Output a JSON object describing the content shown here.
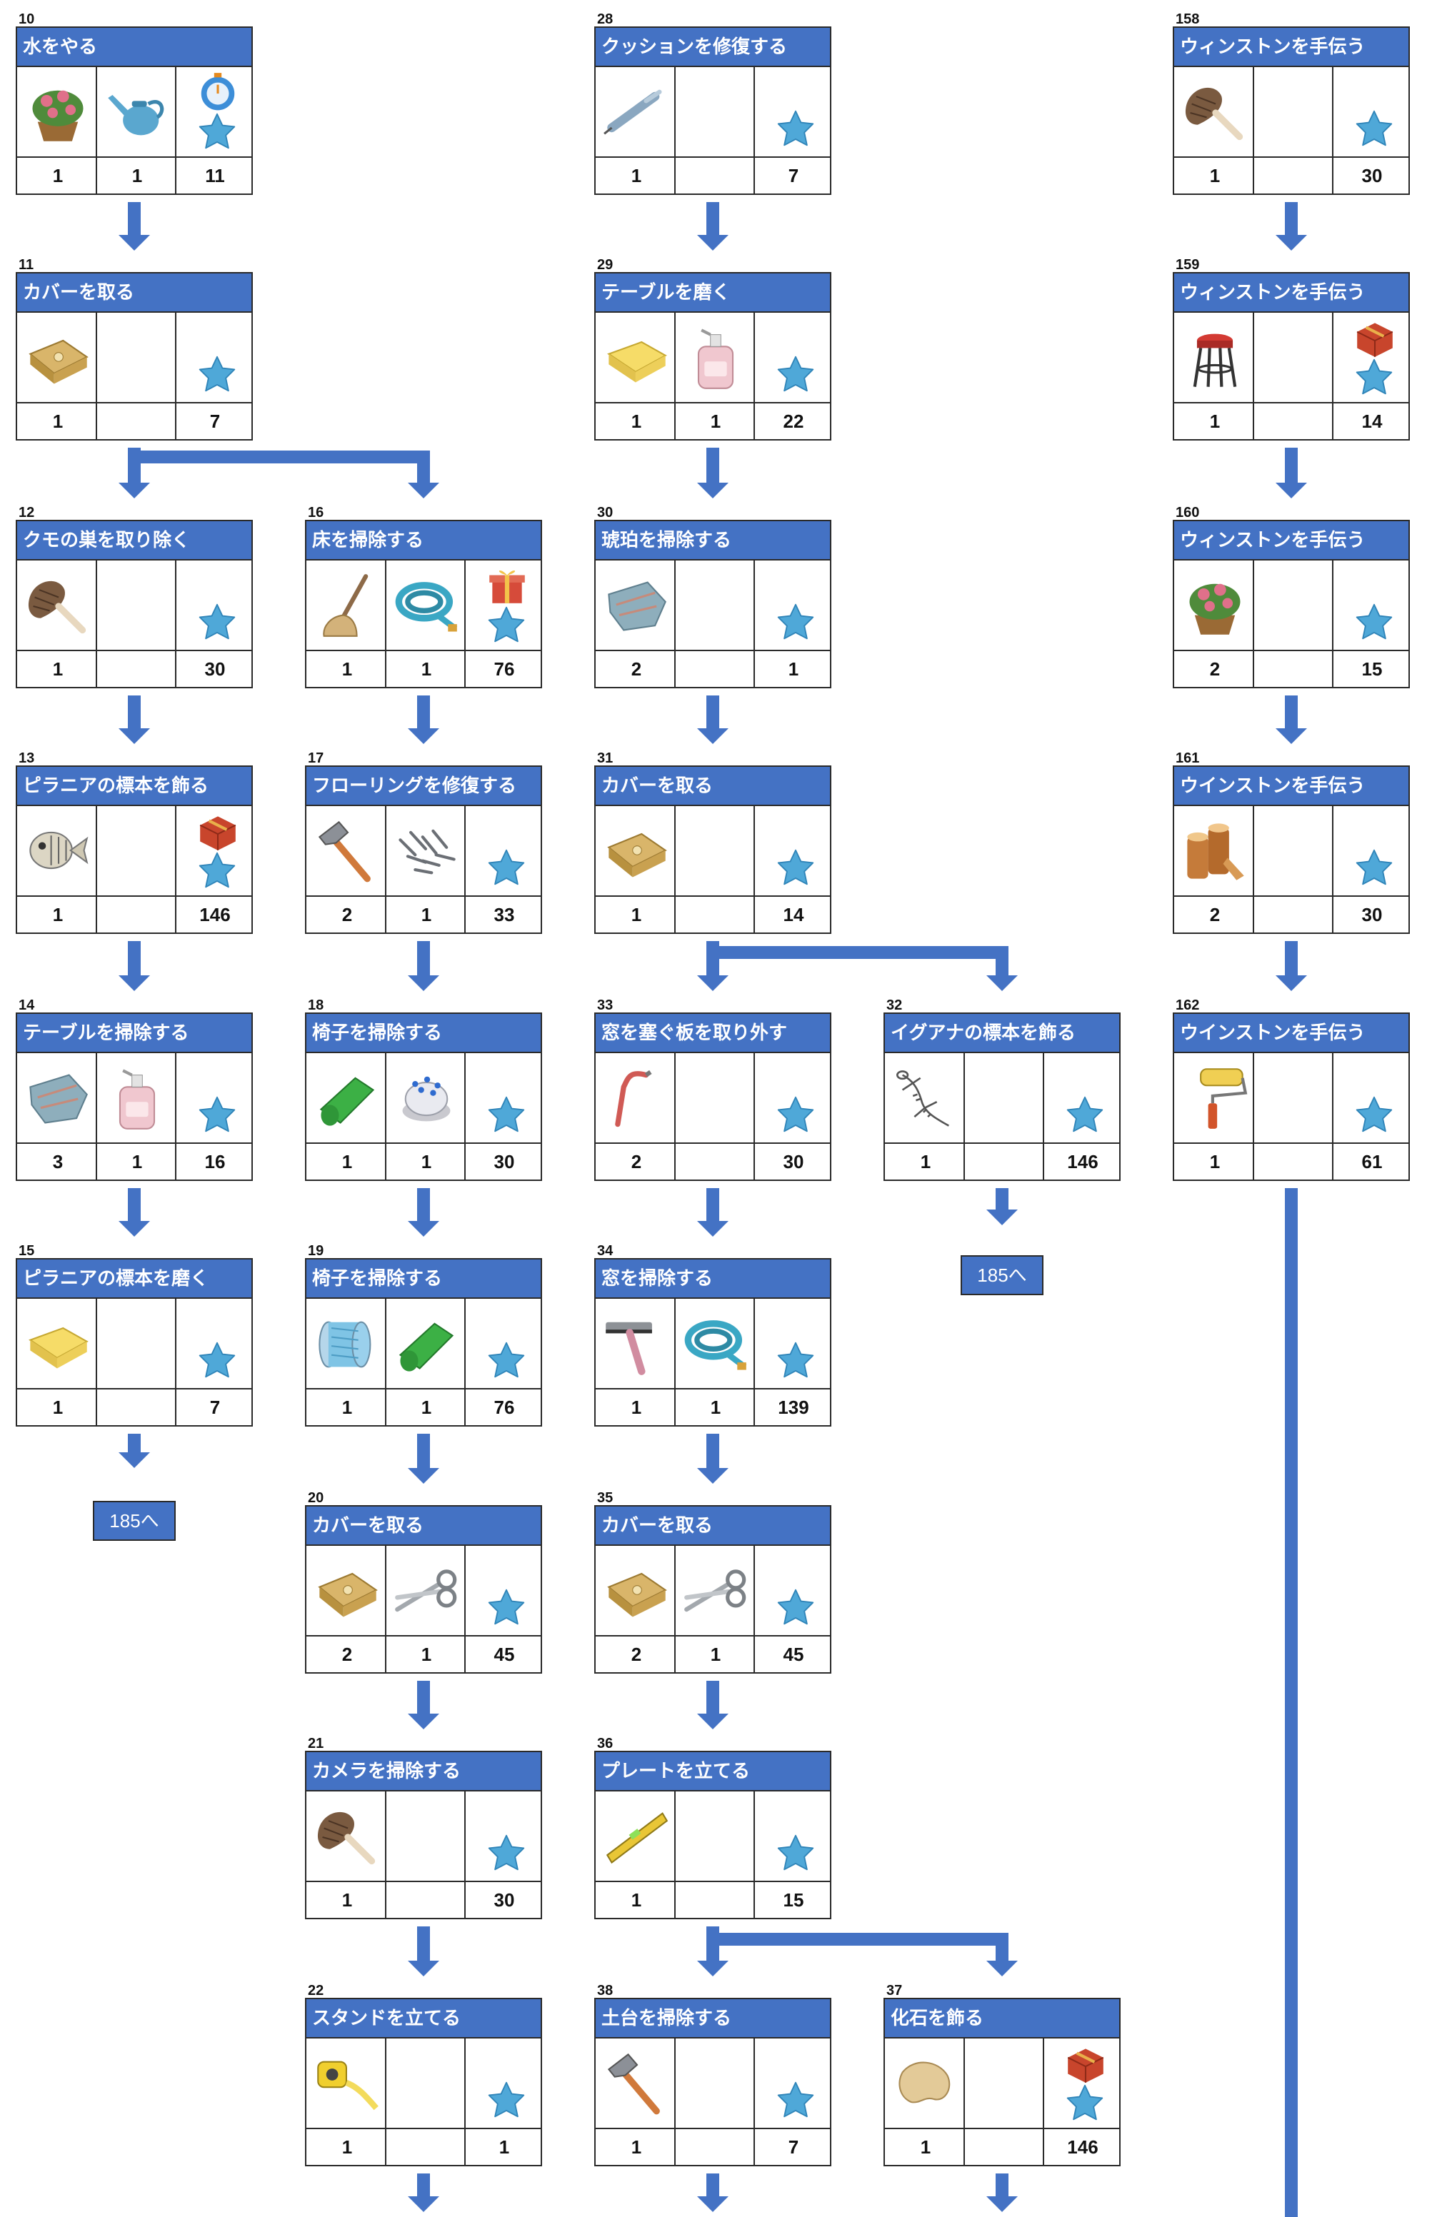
{
  "colors": {
    "header": "#4472c4",
    "arrow": "#4472c4",
    "star": "#4fa8d8",
    "border": "#2a2a2a"
  },
  "cards": [
    {
      "num": "10",
      "title": "水をやる",
      "col": 0,
      "row": 0,
      "items": [
        {
          "icon": "flower-pot-icon",
          "count": "1"
        },
        {
          "icon": "watering-can-icon",
          "count": "1"
        },
        {
          "icon": "star-icon",
          "count": "11",
          "extra": "stopwatch-icon"
        }
      ]
    },
    {
      "num": "11",
      "title": "カバーを取る",
      "col": 0,
      "row": 1,
      "items": [
        {
          "icon": "cloth-sack-icon",
          "count": "1"
        },
        {
          "icon": "",
          "count": ""
        },
        {
          "icon": "star-icon",
          "count": "7"
        }
      ]
    },
    {
      "num": "12",
      "title": "クモの巣を取り除く",
      "col": 0,
      "row": 2,
      "items": [
        {
          "icon": "feather-duster-icon",
          "count": "1"
        },
        {
          "icon": "",
          "count": ""
        },
        {
          "icon": "star-icon",
          "count": "30"
        }
      ]
    },
    {
      "num": "13",
      "title": "ピラニアの標本を飾る",
      "col": 0,
      "row": 3,
      "items": [
        {
          "icon": "fish-skeleton-icon",
          "count": "1"
        },
        {
          "icon": "",
          "count": ""
        },
        {
          "icon": "star-icon",
          "count": "146",
          "extra": "red-box-icon"
        }
      ]
    },
    {
      "num": "14",
      "title": "テーブルを掃除する",
      "col": 0,
      "row": 4,
      "items": [
        {
          "icon": "rag-icon",
          "count": "3"
        },
        {
          "icon": "soap-bottle-icon",
          "count": "1"
        },
        {
          "icon": "star-icon",
          "count": "16"
        }
      ]
    },
    {
      "num": "15",
      "title": "ピラニアの標本を磨く",
      "col": 0,
      "row": 5,
      "items": [
        {
          "icon": "yellow-cloth-icon",
          "count": "1"
        },
        {
          "icon": "",
          "count": ""
        },
        {
          "icon": "star-icon",
          "count": "7"
        }
      ]
    },
    {
      "num": "16",
      "title": "床を掃除する",
      "col": 1,
      "row": 2,
      "items": [
        {
          "icon": "mop-icon",
          "count": "1"
        },
        {
          "icon": "hose-icon",
          "count": "1"
        },
        {
          "icon": "star-icon",
          "count": "76",
          "extra": "gift-box-icon"
        }
      ]
    },
    {
      "num": "17",
      "title": "フローリングを修復する",
      "col": 1,
      "row": 3,
      "items": [
        {
          "icon": "hammer-icon",
          "count": "2"
        },
        {
          "icon": "nails-icon",
          "count": "1"
        },
        {
          "icon": "star-icon",
          "count": "33"
        }
      ]
    },
    {
      "num": "18",
      "title": "椅子を掃除する",
      "col": 1,
      "row": 4,
      "items": [
        {
          "icon": "green-cloth-icon",
          "count": "1"
        },
        {
          "icon": "pincushion-icon",
          "count": "1"
        },
        {
          "icon": "star-icon",
          "count": "30"
        }
      ]
    },
    {
      "num": "19",
      "title": "椅子を掃除する",
      "col": 1,
      "row": 5,
      "items": [
        {
          "icon": "thread-spool-icon",
          "count": "1"
        },
        {
          "icon": "green-cloth-icon",
          "count": "1"
        },
        {
          "icon": "star-icon",
          "count": "76"
        }
      ]
    },
    {
      "num": "20",
      "title": "カバーを取る",
      "col": 1,
      "row": 6,
      "items": [
        {
          "icon": "cloth-sack-icon",
          "count": "2"
        },
        {
          "icon": "scissors-icon",
          "count": "1"
        },
        {
          "icon": "star-icon",
          "count": "45"
        }
      ]
    },
    {
      "num": "21",
      "title": "カメラを掃除する",
      "col": 1,
      "row": 7,
      "items": [
        {
          "icon": "feather-duster-icon",
          "count": "1"
        },
        {
          "icon": "",
          "count": ""
        },
        {
          "icon": "star-icon",
          "count": "30"
        }
      ]
    },
    {
      "num": "22",
      "title": "スタンドを立てる",
      "col": 1,
      "row": 8,
      "items": [
        {
          "icon": "tape-measure-icon",
          "count": "1"
        },
        {
          "icon": "",
          "count": ""
        },
        {
          "icon": "star-icon",
          "count": "1"
        }
      ]
    },
    {
      "num": "28",
      "title": "クッションを修復する",
      "col": 2,
      "row": 0,
      "items": [
        {
          "icon": "awl-icon",
          "count": "1"
        },
        {
          "icon": "",
          "count": ""
        },
        {
          "icon": "star-icon",
          "count": "7"
        }
      ]
    },
    {
      "num": "29",
      "title": "テーブルを磨く",
      "col": 2,
      "row": 1,
      "items": [
        {
          "icon": "yellow-cloth-icon",
          "count": "1"
        },
        {
          "icon": "soap-bottle-icon",
          "count": "1"
        },
        {
          "icon": "star-icon",
          "count": "22"
        }
      ]
    },
    {
      "num": "30",
      "title": "琥珀を掃除する",
      "col": 2,
      "row": 2,
      "items": [
        {
          "icon": "rag-icon",
          "count": "2"
        },
        {
          "icon": "",
          "count": ""
        },
        {
          "icon": "star-icon",
          "count": "1"
        }
      ]
    },
    {
      "num": "31",
      "title": "カバーを取る",
      "col": 2,
      "row": 3,
      "items": [
        {
          "icon": "cloth-sack-icon",
          "count": "1"
        },
        {
          "icon": "",
          "count": ""
        },
        {
          "icon": "star-icon",
          "count": "14"
        }
      ]
    },
    {
      "num": "33",
      "title": "窓を塞ぐ板を取り外す",
      "col": 2,
      "row": 4,
      "items": [
        {
          "icon": "crowbar-icon",
          "count": "2"
        },
        {
          "icon": "",
          "count": ""
        },
        {
          "icon": "star-icon",
          "count": "30"
        }
      ]
    },
    {
      "num": "34",
      "title": "窓を掃除する",
      "col": 2,
      "row": 5,
      "items": [
        {
          "icon": "squeegee-icon",
          "count": "1"
        },
        {
          "icon": "hose-icon",
          "count": "1"
        },
        {
          "icon": "star-icon",
          "count": "139"
        }
      ]
    },
    {
      "num": "35",
      "title": "カバーを取る",
      "col": 2,
      "row": 6,
      "items": [
        {
          "icon": "cloth-sack-icon",
          "count": "2"
        },
        {
          "icon": "scissors-icon",
          "count": "1"
        },
        {
          "icon": "star-icon",
          "count": "45"
        }
      ]
    },
    {
      "num": "36",
      "title": "プレートを立てる",
      "col": 2,
      "row": 7,
      "items": [
        {
          "icon": "spirit-level-icon",
          "count": "1"
        },
        {
          "icon": "",
          "count": ""
        },
        {
          "icon": "star-icon",
          "count": "15"
        }
      ]
    },
    {
      "num": "38",
      "title": "土台を掃除する",
      "col": 2,
      "row": 8,
      "items": [
        {
          "icon": "hammer-icon",
          "count": "1"
        },
        {
          "icon": "",
          "count": ""
        },
        {
          "icon": "star-icon",
          "count": "7"
        }
      ]
    },
    {
      "num": "32",
      "title": "イグアナの標本を飾る",
      "col": 3,
      "row": 4,
      "items": [
        {
          "icon": "lizard-skeleton-icon",
          "count": "1"
        },
        {
          "icon": "",
          "count": ""
        },
        {
          "icon": "star-icon",
          "count": "146"
        }
      ]
    },
    {
      "num": "37",
      "title": "化石を飾る",
      "col": 3,
      "row": 8,
      "items": [
        {
          "icon": "fossil-icon",
          "count": "1"
        },
        {
          "icon": "",
          "count": ""
        },
        {
          "icon": "star-icon",
          "count": "146",
          "extra": "red-box-icon"
        }
      ]
    },
    {
      "num": "158",
      "title": "ウィンストンを手伝う",
      "col": 4,
      "row": 0,
      "items": [
        {
          "icon": "feather-duster-icon",
          "count": "1"
        },
        {
          "icon": "",
          "count": ""
        },
        {
          "icon": "star-icon",
          "count": "30"
        }
      ]
    },
    {
      "num": "159",
      "title": "ウィンストンを手伝う",
      "col": 4,
      "row": 1,
      "items": [
        {
          "icon": "stool-icon",
          "count": "1"
        },
        {
          "icon": "",
          "count": ""
        },
        {
          "icon": "star-icon",
          "count": "14",
          "extra": "red-box-icon"
        }
      ]
    },
    {
      "num": "160",
      "title": "ウィンストンを手伝う",
      "col": 4,
      "row": 2,
      "items": [
        {
          "icon": "flower-pot-icon",
          "count": "2"
        },
        {
          "icon": "",
          "count": ""
        },
        {
          "icon": "star-icon",
          "count": "15"
        }
      ]
    },
    {
      "num": "161",
      "title": "ウインストンを手伝う",
      "col": 4,
      "row": 3,
      "items": [
        {
          "icon": "wood-logs-icon",
          "count": "2"
        },
        {
          "icon": "",
          "count": ""
        },
        {
          "icon": "star-icon",
          "count": "30"
        }
      ]
    },
    {
      "num": "162",
      "title": "ウインストンを手伝う",
      "col": 4,
      "row": 4,
      "items": [
        {
          "icon": "paint-roller-icon",
          "count": "1"
        },
        {
          "icon": "",
          "count": ""
        },
        {
          "icon": "star-icon",
          "count": "61"
        }
      ]
    }
  ],
  "goto_labels": [
    {
      "text": "185へ",
      "col": 0,
      "row": 6
    },
    {
      "text": "185へ",
      "col": 3,
      "row": 5
    }
  ]
}
